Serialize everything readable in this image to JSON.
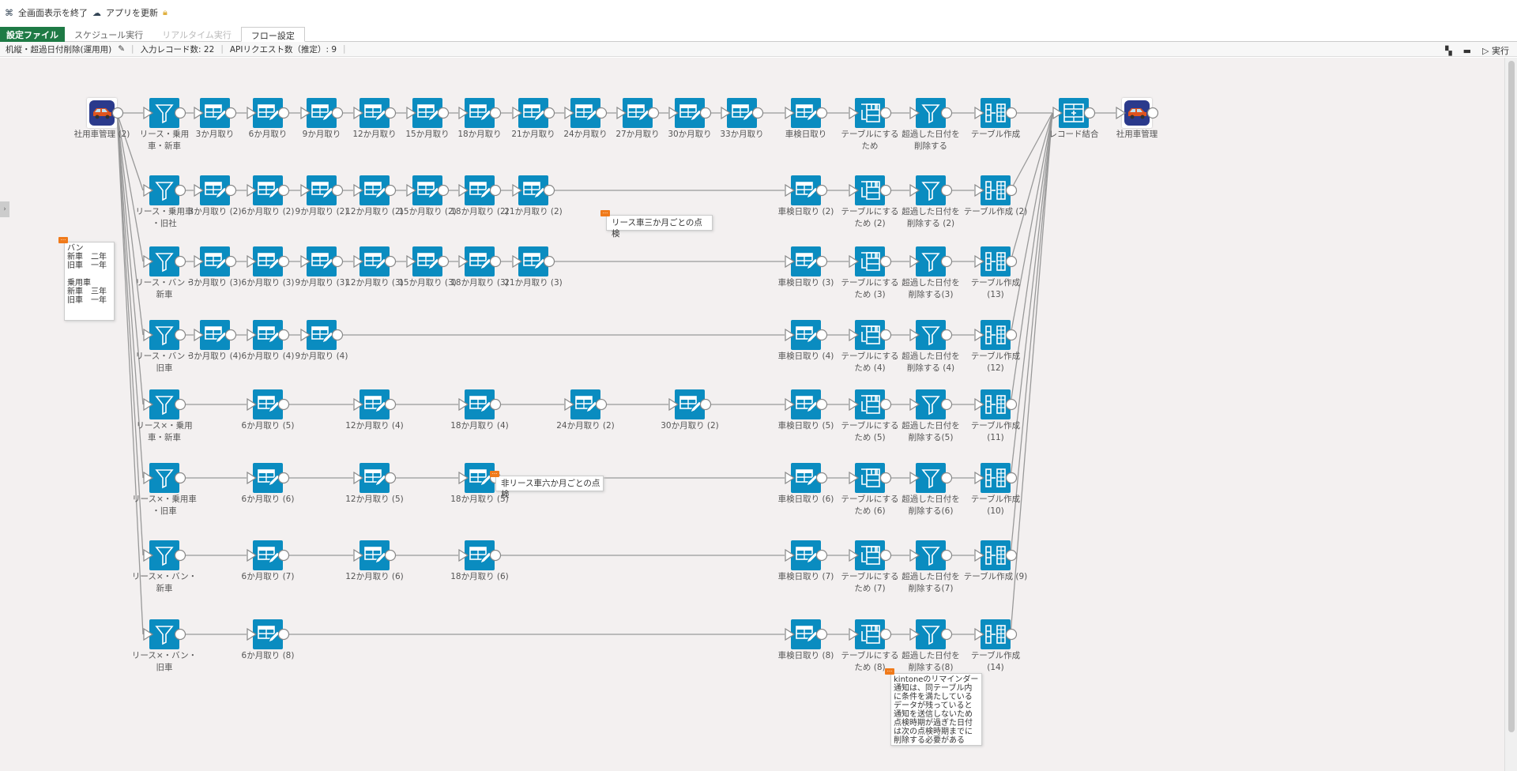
{
  "topbar": {
    "exit_fullscreen": "全画面表示を終了",
    "update_app": "アプリを更新"
  },
  "tabs": [
    "設定ファイル",
    "スケジュール実行",
    "リアルタイム実行",
    "フロー設定"
  ],
  "info": {
    "flow_name": "机縦・超過日付削除(運用用)",
    "input_records": "入力レコード数: 22",
    "api_requests": "APIリクエスト数（推定）: 9",
    "run": "実行"
  },
  "colors": {
    "node": "#0a8cc0",
    "green_tab": "#1e7a45",
    "note_badge": "#f07a1a"
  },
  "source": {
    "label": "社用車管理 (2)",
    "icon": "car-icon"
  },
  "merge": {
    "label": "レコード結合",
    "icon": "merge-table-icon"
  },
  "output": {
    "label": "社用車管理",
    "icon": "car-icon"
  },
  "rows": [
    {
      "nodes": [
        {
          "t": "filter",
          "l": "リース・乗用\n車・新車"
        },
        {
          "t": "edit",
          "l": "3か月取り"
        },
        {
          "t": "edit",
          "l": "6か月取り"
        },
        {
          "t": "edit",
          "l": "9か月取り"
        },
        {
          "t": "edit",
          "l": "12か月取り"
        },
        {
          "t": "edit",
          "l": "15か月取り"
        },
        {
          "t": "edit",
          "l": "18か月取り"
        },
        {
          "t": "edit",
          "l": "21か月取り"
        },
        {
          "t": "edit",
          "l": "24か月取り"
        },
        {
          "t": "edit",
          "l": "27か月取り"
        },
        {
          "t": "edit",
          "l": "30か月取り"
        },
        {
          "t": "edit",
          "l": "33か月取り"
        },
        {
          "t": "edit",
          "l": "車検日取り"
        },
        {
          "t": "pivot",
          "l": "テーブルにする\nため"
        },
        {
          "t": "filter",
          "l": "超過した日付を\n削除する"
        },
        {
          "t": "create",
          "l": "テーブル作成"
        }
      ]
    },
    {
      "nodes": [
        {
          "t": "filter",
          "l": "リース・乗用車\n・旧社"
        },
        {
          "t": "edit",
          "l": "3か月取り (2)"
        },
        {
          "t": "edit",
          "l": "6か月取り (2)"
        },
        {
          "t": "edit",
          "l": "9か月取り (2)"
        },
        {
          "t": "edit",
          "l": "12か月取り (2)"
        },
        {
          "t": "edit",
          "l": "15か月取り (2)"
        },
        {
          "t": "edit",
          "l": "18か月取り (2)"
        },
        {
          "t": "edit",
          "l": "21か月取り (2)"
        },
        {
          "t": "edit",
          "l": "車検日取り (2)"
        },
        {
          "t": "pivot",
          "l": "テーブルにする\nため (2)"
        },
        {
          "t": "filter",
          "l": "超過した日付を\n削除する (2)"
        },
        {
          "t": "create",
          "l": "テーブル作成 (2)"
        }
      ]
    },
    {
      "nodes": [
        {
          "t": "filter",
          "l": "リース・バン・\n新車"
        },
        {
          "t": "edit",
          "l": "3か月取り (3)"
        },
        {
          "t": "edit",
          "l": "6か月取り (3)"
        },
        {
          "t": "edit",
          "l": "9か月取り (3)"
        },
        {
          "t": "edit",
          "l": "12か月取り (3)"
        },
        {
          "t": "edit",
          "l": "15か月取り (3)"
        },
        {
          "t": "edit",
          "l": "18か月取り (3)"
        },
        {
          "t": "edit",
          "l": "21か月取り (3)"
        },
        {
          "t": "edit",
          "l": "車検日取り (3)"
        },
        {
          "t": "pivot",
          "l": "テーブルにする\nため (3)"
        },
        {
          "t": "filter",
          "l": "超過した日付を\n削除する(3)"
        },
        {
          "t": "create",
          "l": "テーブル作成\n(13)"
        }
      ]
    },
    {
      "nodes": [
        {
          "t": "filter",
          "l": "リース・バン・\n旧車"
        },
        {
          "t": "edit",
          "l": "3か月取り (4)"
        },
        {
          "t": "edit",
          "l": "6か月取り (4)"
        },
        {
          "t": "edit",
          "l": "9か月取り (4)"
        },
        {
          "t": "edit",
          "l": "車検日取り (4)"
        },
        {
          "t": "pivot",
          "l": "テーブルにする\nため (4)"
        },
        {
          "t": "filter",
          "l": "超過した日付を\n削除する (4)"
        },
        {
          "t": "create",
          "l": "テーブル作成\n(12)"
        }
      ]
    },
    {
      "nodes": [
        {
          "t": "filter",
          "l": "リース×・乗用\n車・新車"
        },
        {
          "t": "edit",
          "l": "6か月取り (5)"
        },
        {
          "t": "edit",
          "l": "12か月取り (4)"
        },
        {
          "t": "edit",
          "l": "18か月取り (4)"
        },
        {
          "t": "edit",
          "l": "24か月取り (2)"
        },
        {
          "t": "edit",
          "l": "30か月取り (2)"
        },
        {
          "t": "edit",
          "l": "車検日取り (5)"
        },
        {
          "t": "pivot",
          "l": "テーブルにする\nため (5)"
        },
        {
          "t": "filter",
          "l": "超過した日付を\n削除する(5)"
        },
        {
          "t": "create",
          "l": "テーブル作成\n(11)"
        }
      ]
    },
    {
      "nodes": [
        {
          "t": "filter",
          "l": "リース×・乗用車\n・旧車"
        },
        {
          "t": "edit",
          "l": "6か月取り (6)"
        },
        {
          "t": "edit",
          "l": "12か月取り (5)"
        },
        {
          "t": "edit",
          "l": "18か月取り (5)"
        },
        {
          "t": "edit",
          "l": "車検日取り (6)"
        },
        {
          "t": "pivot",
          "l": "テーブルにする\nため (6)"
        },
        {
          "t": "filter",
          "l": "超過した日付を\n削除する(6)"
        },
        {
          "t": "create",
          "l": "テーブル作成\n(10)"
        }
      ]
    },
    {
      "nodes": [
        {
          "t": "filter",
          "l": "リース×・バン・\n新車"
        },
        {
          "t": "edit",
          "l": "6か月取り (7)"
        },
        {
          "t": "edit",
          "l": "12か月取り (6)"
        },
        {
          "t": "edit",
          "l": "18か月取り (6)"
        },
        {
          "t": "edit",
          "l": "車検日取り (7)"
        },
        {
          "t": "pivot",
          "l": "テーブルにする\nため (7)"
        },
        {
          "t": "filter",
          "l": "超過した日付を\n削除する(7)"
        },
        {
          "t": "create",
          "l": "テーブル作成 (9)"
        }
      ]
    },
    {
      "nodes": [
        {
          "t": "filter",
          "l": "リース×・バン・\n旧車"
        },
        {
          "t": "edit",
          "l": "6か月取り (8)"
        },
        {
          "t": "edit",
          "l": "車検日取り (8)"
        },
        {
          "t": "pivot",
          "l": "テーブルにする\nため (8)"
        },
        {
          "t": "filter",
          "l": "超過した日付を\n削除する(8)"
        },
        {
          "t": "create",
          "l": "テーブル作成\n(14)"
        }
      ]
    }
  ],
  "notes": [
    {
      "text": "バン\n新車　二年\n旧車　一年\n\n乗用車\n新車　三年\n旧車　一年"
    },
    {
      "text": "リース車三か月ごとの点検"
    },
    {
      "text": "非リース車六か月ごとの点検"
    },
    {
      "text": "kintoneのリマインダー通知は、同テーブル内に条件を満たしているデータが残っていると通知を送信しないため点検時期が過ぎた日付は次の点検時期までに削除する必要がある"
    }
  ]
}
